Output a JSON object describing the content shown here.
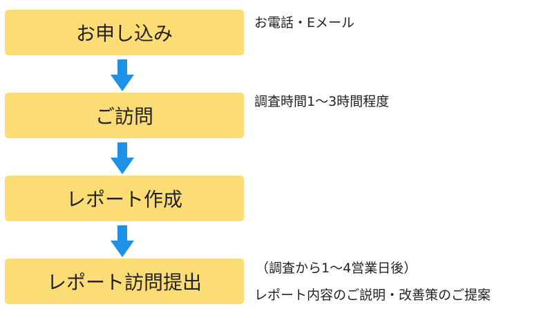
{
  "steps": [
    {
      "label": "お申し込み",
      "notes": [
        "お電話・Eメール"
      ]
    },
    {
      "label": "ご訪問",
      "notes": [
        "調査時間1～3時間程度"
      ]
    },
    {
      "label": "レポート作成",
      "notes": []
    },
    {
      "label": "レポート訪問提出",
      "notes": [
        "（調査から1～4営業日後）",
        "レポート内容のご説明・改善策のご提案"
      ]
    }
  ],
  "colors": {
    "box": "#fcdc74",
    "arrow": "#1e90e6",
    "text": "#222222"
  }
}
